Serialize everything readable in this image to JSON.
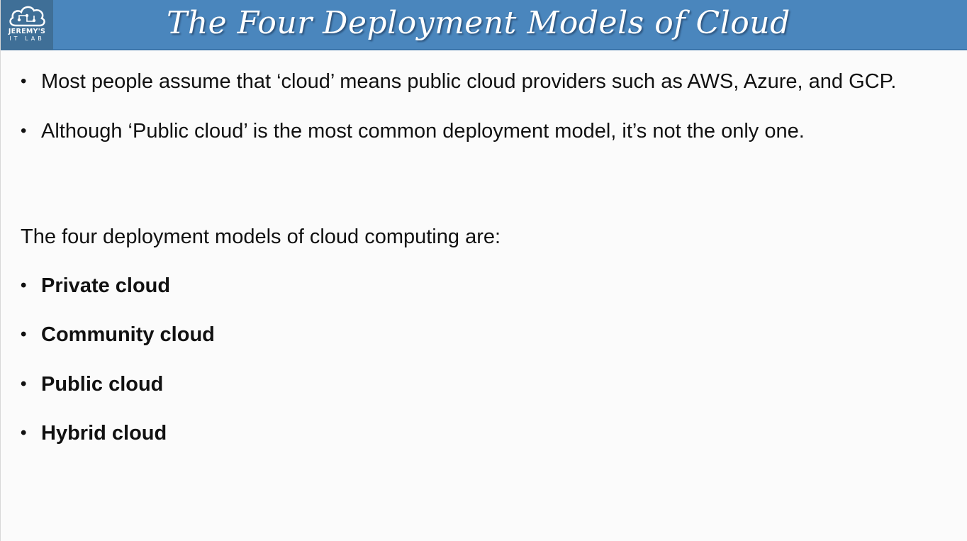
{
  "header": {
    "title": "The Four Deployment Models of Cloud",
    "logo": {
      "icon": "cloud-network-icon",
      "line1": "JEREMY'S",
      "line2": "IT LAB"
    }
  },
  "intro_bullets": [
    "Most people assume that ‘cloud’ means public cloud providers such as AWS, Azure, and GCP.",
    "Although ‘Public cloud’ is the most common deployment model, it’s not the only one."
  ],
  "lead_text": "The four deployment models of cloud computing are:",
  "model_bullets": [
    "Private cloud",
    "Community cloud",
    "Public cloud",
    "Hybrid cloud"
  ],
  "bullet_glyph": "•",
  "colors": {
    "header_bg": "#4a86bd",
    "logo_bg": "#3f6f97",
    "body_bg": "#fbfbfb",
    "text": "#111111"
  }
}
